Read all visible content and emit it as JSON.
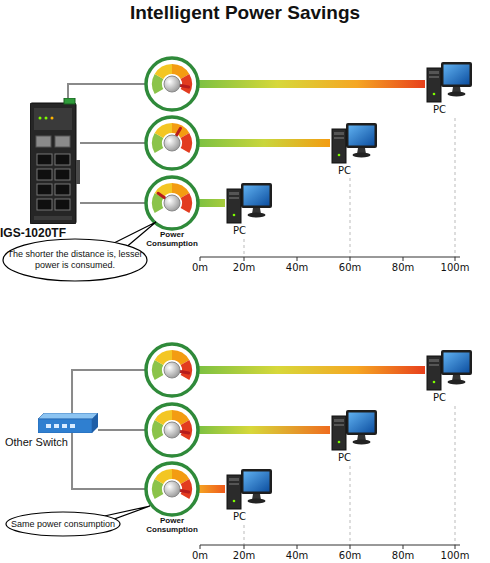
{
  "diagram": {
    "title": "Intelligent Power Savings",
    "nodes": [
      {
        "text": [
          "IGS-1020TF"
        ]
      },
      {
        "text": [
          "PC"
        ]
      },
      {
        "text": [
          "PC"
        ]
      },
      {
        "text": [
          "PC"
        ]
      },
      {
        "text": [
          "The shorter the distance is, lesser power is consumed."
        ]
      },
      {
        "text": [
          "Other Switch"
        ]
      },
      {
        "text": [
          "PC"
        ]
      },
      {
        "text": [
          "PC"
        ]
      },
      {
        "text": [
          "PC"
        ]
      },
      {
        "text": [
          "Same power consumption"
        ]
      }
    ],
    "edges": [
      {
        "from": 0,
        "to": 1,
        "arrow": "none"
      },
      {
        "from": 0,
        "to": 2,
        "arrow": "none"
      },
      {
        "from": 0,
        "to": 3,
        "arrow": "none"
      },
      {
        "from": 5,
        "to": 6,
        "arrow": "none"
      },
      {
        "from": 5,
        "to": 7,
        "arrow": "none"
      },
      {
        "from": 5,
        "to": 8,
        "arrow": "none"
      }
    ],
    "labels": [
      "Power Consumption",
      "0m",
      "20m",
      "40m",
      "60m",
      "80m",
      "100m",
      "Power Consumption",
      "0m",
      "20m",
      "40m",
      "60m",
      "80m",
      "100m"
    ]
  }
}
